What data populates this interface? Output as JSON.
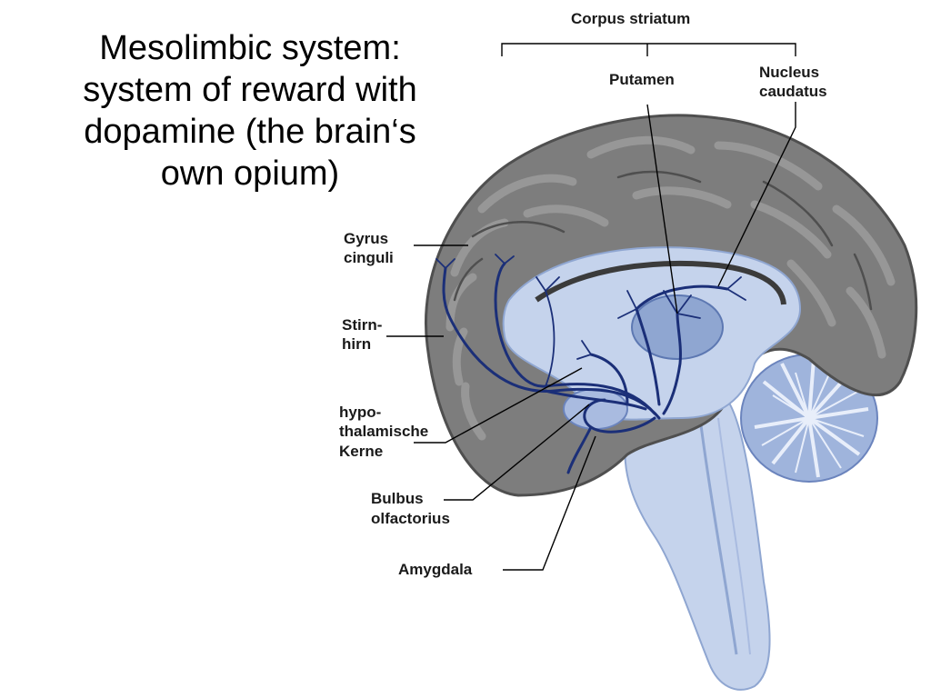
{
  "title": {
    "line1": "Mesolimbic system:",
    "line2": "system of reward with",
    "line3": "dopamine (the brain‘s",
    "line4": "own opium)"
  },
  "labels": {
    "corpus_striatum": "Corpus striatum",
    "putamen": "Putamen",
    "nucleus_caudatus_1": "Nucleus",
    "nucleus_caudatus_2": "caudatus",
    "gyrus_cinguli_1": "Gyrus",
    "gyrus_cinguli_2": "cinguli",
    "stirnhirn_1": "Stirn-",
    "stirnhirn_2": "hirn",
    "hypothalamische_1": "hypo-",
    "hypothalamische_2": "thalamische",
    "hypothalamische_3": "Kerne",
    "bulbus_1": "Bulbus",
    "bulbus_2": "olfactorius",
    "amygdala": "Amygdala"
  },
  "colors": {
    "cortex": "#7d7d7d",
    "cortex_dark": "#4f4f4f",
    "inner": "#c5d3ec",
    "inner_dark": "#8fa6d1",
    "pathway": "#1b2f78",
    "cerebellum": "#9fb4dc"
  }
}
